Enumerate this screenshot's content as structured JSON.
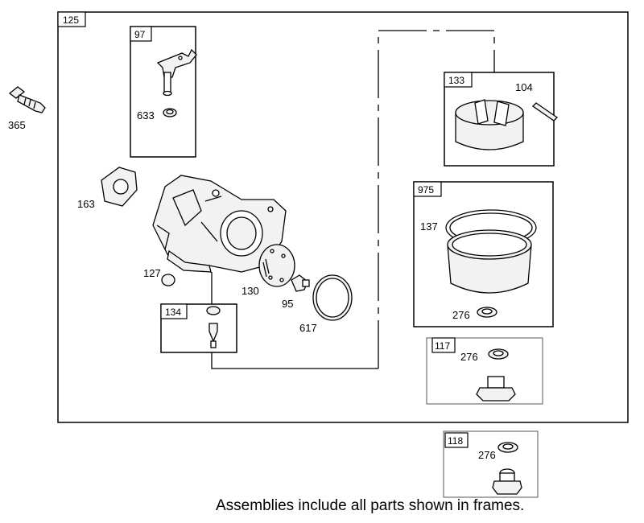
{
  "frames": {
    "f125": "125",
    "f97": "97",
    "f133": "133",
    "f975": "975",
    "f134": "134",
    "f117": "117",
    "f118": "118"
  },
  "parts": {
    "p365": "365",
    "p633": "633",
    "p104": "104",
    "p163": "163",
    "p137": "137",
    "p127": "127",
    "p130": "130",
    "p95": "95",
    "p617": "617",
    "p276a": "276",
    "p276b": "276",
    "p276c": "276"
  },
  "footer_note": "Assemblies include all parts shown in frames."
}
